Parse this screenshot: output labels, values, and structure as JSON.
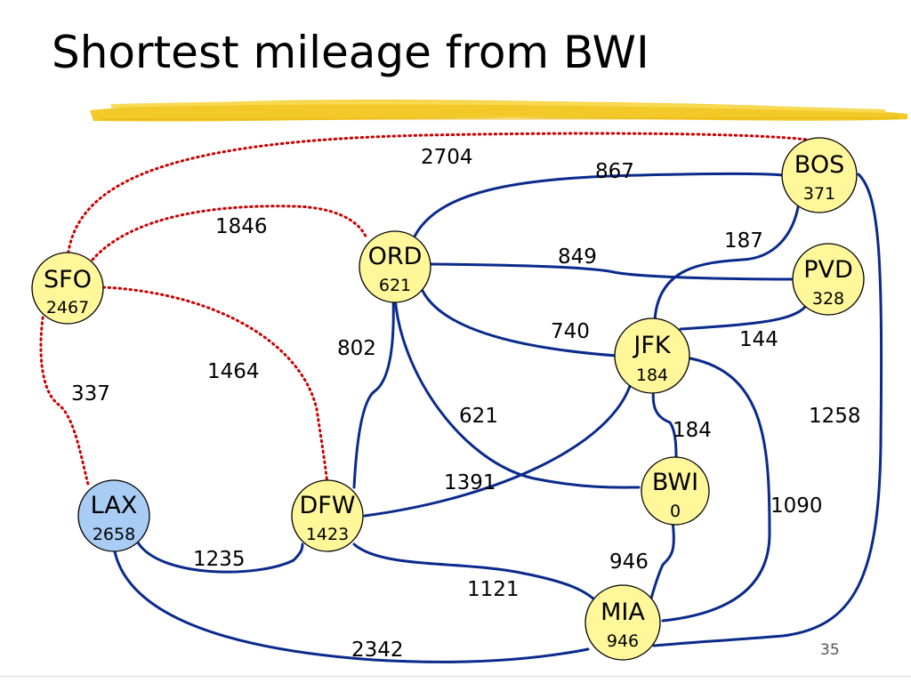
{
  "slide": {
    "title": "Shortest mileage from BWI",
    "page_number": "35"
  },
  "colors": {
    "node_default": "#fff79a",
    "node_highlight": "#a9ccf5",
    "edge": "#0a2a8c",
    "edge_dotted": "#cc0000",
    "brush": "#f2c61f"
  },
  "nodes": [
    {
      "id": "SFO",
      "code": "SFO",
      "distance": "2467"
    },
    {
      "id": "ORD",
      "code": "ORD",
      "distance": "621"
    },
    {
      "id": "BOS",
      "code": "BOS",
      "distance": "371"
    },
    {
      "id": "PVD",
      "code": "PVD",
      "distance": "328"
    },
    {
      "id": "JFK",
      "code": "JFK",
      "distance": "184"
    },
    {
      "id": "BWI",
      "code": "BWI",
      "distance": "0"
    },
    {
      "id": "LAX",
      "code": "LAX",
      "distance": "2658",
      "highlighted": true
    },
    {
      "id": "DFW",
      "code": "DFW",
      "distance": "1423"
    },
    {
      "id": "MIA",
      "code": "MIA",
      "distance": "946"
    }
  ],
  "edges": [
    {
      "from": "SFO",
      "to": "BOS",
      "weight": "2704",
      "style": "dotted"
    },
    {
      "from": "SFO",
      "to": "ORD",
      "weight": "1846",
      "style": "dotted"
    },
    {
      "from": "SFO",
      "to": "DFW",
      "weight": "1464",
      "style": "dotted"
    },
    {
      "from": "SFO",
      "to": "LAX",
      "weight": "337",
      "style": "dotted"
    },
    {
      "from": "ORD",
      "to": "BOS",
      "weight": "867",
      "style": "solid"
    },
    {
      "from": "ORD",
      "to": "PVD",
      "weight": "849",
      "style": "solid"
    },
    {
      "from": "ORD",
      "to": "JFK",
      "weight": "740",
      "style": "solid"
    },
    {
      "from": "ORD",
      "to": "DFW",
      "weight": "802",
      "style": "solid"
    },
    {
      "from": "ORD",
      "to": "BWI",
      "weight": "621",
      "style": "solid"
    },
    {
      "from": "JFK",
      "to": "BOS",
      "weight": "187",
      "style": "solid"
    },
    {
      "from": "JFK",
      "to": "PVD",
      "weight": "144",
      "style": "solid"
    },
    {
      "from": "JFK",
      "to": "BWI",
      "weight": "184",
      "style": "solid"
    },
    {
      "from": "JFK",
      "to": "DFW",
      "weight": "1391",
      "style": "solid"
    },
    {
      "from": "JFK",
      "to": "MIA",
      "weight": "1090",
      "style": "solid"
    },
    {
      "from": "BOS",
      "to": "MIA",
      "weight": "1258",
      "style": "solid"
    },
    {
      "from": "BWI",
      "to": "MIA",
      "weight": "946",
      "style": "solid"
    },
    {
      "from": "LAX",
      "to": "DFW",
      "weight": "1235",
      "style": "solid"
    },
    {
      "from": "DFW",
      "to": "MIA",
      "weight": "1121",
      "style": "solid"
    },
    {
      "from": "LAX",
      "to": "MIA",
      "weight": "2342",
      "style": "solid"
    }
  ]
}
